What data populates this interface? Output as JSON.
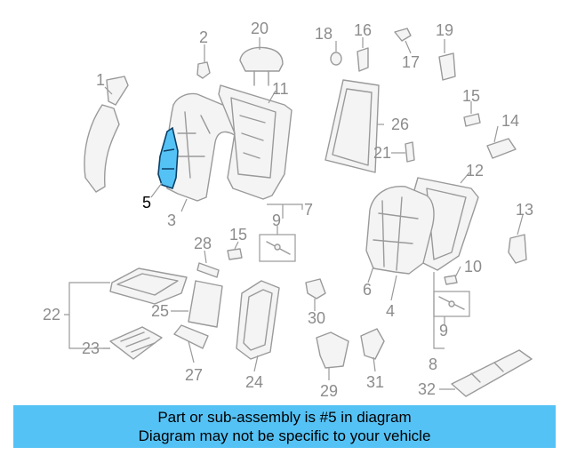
{
  "colors": {
    "banner": "#55c2f5",
    "highlight": "#55c2f5",
    "highlight_outline": "#0b3f66",
    "part_line": "#9a9a9a",
    "callout_text": "#8c8c8c"
  },
  "banner": {
    "line1": "Part or sub-assembly is #5 in diagram",
    "line2": "Diagram may not be specific to your vehicle"
  },
  "highlighted_part": "5",
  "callouts": {
    "c1": "1",
    "c2": "2",
    "c3": "3",
    "c4": "4",
    "c5": "5",
    "c6": "6",
    "c7": "7",
    "c8": "8",
    "c9a": "9",
    "c9b": "9",
    "c10": "10",
    "c11": "11",
    "c12": "12",
    "c13": "13",
    "c14": "14",
    "c15a": "15",
    "c15b": "15",
    "c16": "16",
    "c17": "17",
    "c18": "18",
    "c19": "19",
    "c20": "20",
    "c21": "21",
    "c22": "22",
    "c23": "23",
    "c24": "24",
    "c25": "25",
    "c26": "26",
    "c27": "27",
    "c28": "28",
    "c29": "29",
    "c30": "30",
    "c31": "31",
    "c32": "32"
  }
}
